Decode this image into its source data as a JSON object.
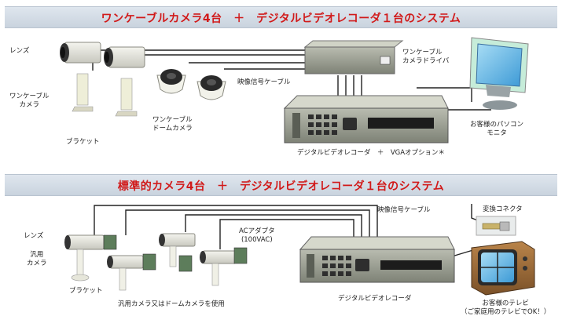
{
  "top": {
    "title": "ワンケーブルカメラ4台　＋　デジタルビデオレコーダ１台のシステム",
    "labels": {
      "lens": "レンズ",
      "camera_line1": "ワンケーブル",
      "camera_line2": "カメラ",
      "bracket": "ブラケット",
      "dome_line1": "ワンケーブル",
      "dome_line2": "ドームカメラ",
      "cable": "映像信号ケーブル",
      "driver_line1": "ワンケーブル",
      "driver_line2": "カメラドライバ",
      "recorder": "デジタルビデオレコーダ　＋　VGAオプション＊",
      "pc_line1": "お客様のパソコン",
      "pc_line2": "モニタ"
    }
  },
  "bottom": {
    "title": "標準的カメラ4台　＋　デジタルビデオレコーダ１台のシステム",
    "labels": {
      "lens": "レンズ",
      "camera_line1": "汎用",
      "camera_line2": "カメラ",
      "bracket": "ブラケット",
      "cameras_note": "汎用カメラ又はドームカメラを使用",
      "adapter_line1": "ACアダプタ",
      "adapter_line2": "(100VAC)",
      "cable": "映像信号ケーブル",
      "converter": "変換コネクタ",
      "recorder": "デジタルビデオレコーダ",
      "tv_line1": "お客様のテレビ",
      "tv_line2": "（ご家庭用のテレビでOK！）"
    }
  },
  "colors": {
    "title": "#d11a1a",
    "banner": "#d2dae4",
    "device": "#8b8f83"
  }
}
